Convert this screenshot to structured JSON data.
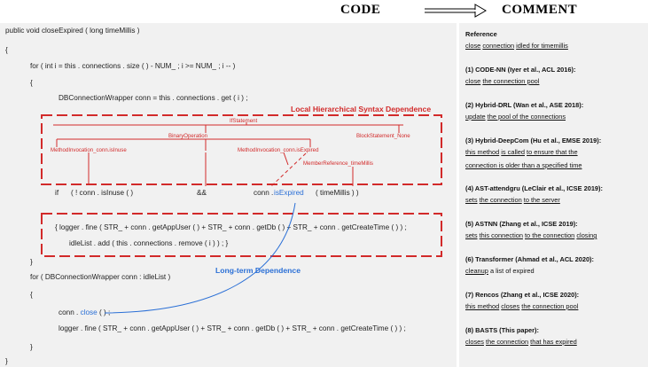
{
  "header": {
    "code_label": "CODE",
    "comment_label": "COMMENT"
  },
  "code": {
    "lines": [
      "public void closeExpired ( long timeMillis )",
      "{",
      "for ( int i = this . connections . size ( ) - NUM_ ; i >= NUM_ ; i -- )",
      "{",
      "DBConnectionWrapper conn = this . connections . get ( i ) ;",
      "{ logger . fine ( STR_ + conn . getAppUser ( ) + STR_ + conn . getDb ( ) + STR_ + conn . getCreateTime ( ) ) ;",
      "idleList . add ( this . connections . remove ( i ) ) ; }",
      "}",
      "for ( DBConnectionWrapper conn : idleList )",
      "{",
      "logger . fine ( STR_ + conn . getAppUser ( ) + STR_ + conn . getDb ( ) + STR_ + conn . getCreateTime ( ) ) ;",
      "}",
      "}"
    ],
    "if_tokens": {
      "if_kw": "if",
      "not_isinuse": "( ! conn . isInuse ( )",
      "and": "&&",
      "conn": "conn .",
      "is_expired": "isExpired",
      "time_millis": "( timeMillis ) )"
    },
    "close_call": {
      "prefix": "conn .",
      "method": "close",
      "suffix": "( ) ;"
    }
  },
  "annotations": {
    "local": "Local Hierarchical Syntax Dependence",
    "long_term": "Long-term Dependence"
  },
  "tree": {
    "if_statement": "IfStatement",
    "binary_operation": "BinaryOperation",
    "block_statement": "BlockStatement_None",
    "mi_isinuse": "MethodInvocation_conn.isInuse",
    "mi_isexpired": "MethodInvocation_conn.isExpired",
    "member_ref": "MemberReference_timeMillis"
  },
  "comments": [
    {
      "head": "Reference",
      "lines": [
        [
          {
            "t": "close",
            "u": true
          },
          {
            "t": " ",
            "u": false
          },
          {
            "t": "connection",
            "u": true
          },
          {
            "t": " ",
            "u": false
          },
          {
            "t": "idled for timemillis",
            "u": true
          }
        ]
      ]
    },
    {
      "head": "(1) CODE-NN (Iyer et al., ACL 2016):",
      "lines": [
        [
          {
            "t": "close",
            "u": true
          },
          {
            "t": " ",
            "u": false
          },
          {
            "t": "the connection pool",
            "u": true
          }
        ]
      ]
    },
    {
      "head": "(2) Hybrid-DRL (Wan et al., ASE 2018):",
      "lines": [
        [
          {
            "t": "update",
            "u": true
          },
          {
            "t": " ",
            "u": false
          },
          {
            "t": "the pool of the connections",
            "u": true
          }
        ]
      ]
    },
    {
      "head": "(3) Hybrid-DeepCom (Hu et al., EMSE 2019):",
      "lines": [
        [
          {
            "t": "this method",
            "u": true
          },
          {
            "t": " ",
            "u": false
          },
          {
            "t": "is called",
            "u": true
          },
          {
            "t": " ",
            "u": false
          },
          {
            "t": "to ensure that the",
            "u": true
          }
        ],
        [
          {
            "t": "connection is older than a specified time",
            "u": true
          }
        ]
      ]
    },
    {
      "head": "(4) AST-attendgru (LeClair et al., ICSE 2019):",
      "lines": [
        [
          {
            "t": "sets",
            "u": true
          },
          {
            "t": " ",
            "u": false
          },
          {
            "t": "the connection",
            "u": true
          },
          {
            "t": " ",
            "u": false
          },
          {
            "t": "to the server",
            "u": true
          }
        ]
      ]
    },
    {
      "head": "(5) ASTNN (Zhang et al., ICSE 2019):",
      "lines": [
        [
          {
            "t": "sets",
            "u": true
          },
          {
            "t": " ",
            "u": false
          },
          {
            "t": "this connection",
            "u": true
          },
          {
            "t": " ",
            "u": false
          },
          {
            "t": "to the connection",
            "u": true
          },
          {
            "t": " ",
            "u": false
          },
          {
            "t": "closing",
            "u": true
          }
        ]
      ]
    },
    {
      "head": "(6) Transformer (Ahmad et al., ACL 2020):",
      "lines": [
        [
          {
            "t": "cleanup",
            "u": true
          },
          {
            "t": " a list of expired",
            "u": false
          }
        ]
      ]
    },
    {
      "head": "(7) Rencos (Zhang et al., ICSE 2020):",
      "lines": [
        [
          {
            "t": "this method",
            "u": true
          },
          {
            "t": " ",
            "u": false
          },
          {
            "t": "closes",
            "u": true
          },
          {
            "t": " ",
            "u": false
          },
          {
            "t": "the connection pool",
            "u": true
          }
        ]
      ]
    },
    {
      "head": "(8) BASTS (This paper):",
      "lines": [
        [
          {
            "t": "closes",
            "u": true
          },
          {
            "t": " ",
            "u": false
          },
          {
            "t": "the connection",
            "u": true
          },
          {
            "t": " ",
            "u": false
          },
          {
            "t": "that has expired",
            "u": true
          }
        ]
      ]
    }
  ],
  "colors": {
    "red": "#d22a2a",
    "blue": "#2a6fd6",
    "panel": "#f1f1f1"
  }
}
